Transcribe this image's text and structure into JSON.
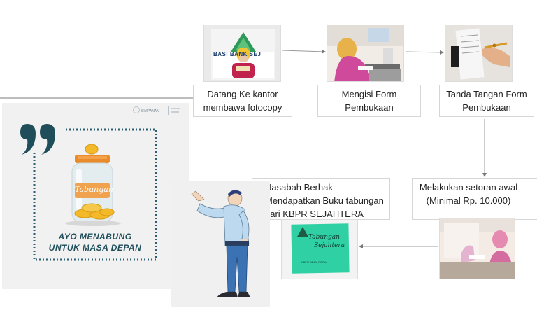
{
  "steps": [
    {
      "id": "step1",
      "label": "Datang Ke kantor membawa fotocopy",
      "photo_text": "BASI BANK  SEJ"
    },
    {
      "id": "step2",
      "label": "Mengisi Form Pembukaan"
    },
    {
      "id": "step3",
      "label": "Tanda Tangan Form Pembukaan"
    },
    {
      "id": "step4",
      "label": "Melakukan setoran awal (Minimal Rp. 10.000)"
    },
    {
      "id": "step5",
      "label": "Nasabah Berhak Mendapatkan Buku tabungan dari KBPR SEJAHTERA"
    }
  ],
  "poster": {
    "jar_label": "Tabungan",
    "slogan_line1": "AYO MENABUNG",
    "slogan_line2": "UNTUK MASA DEPAN",
    "corner_logo_text": "SIMPANAN"
  },
  "passbook": {
    "title_line1": "Tabungan",
    "title_line2": "Sejahtera",
    "footer": "KBPR SEJAHTERA"
  },
  "colors": {
    "arrow": "#777777",
    "quote": "#1f4e5a",
    "dots": "#2a5f73",
    "passbook": "#2fd1a4",
    "jar_lid": "#e98b2a",
    "coin": "#f3b928",
    "shirt": "#bcd9ef",
    "pants": "#3b72b3"
  }
}
